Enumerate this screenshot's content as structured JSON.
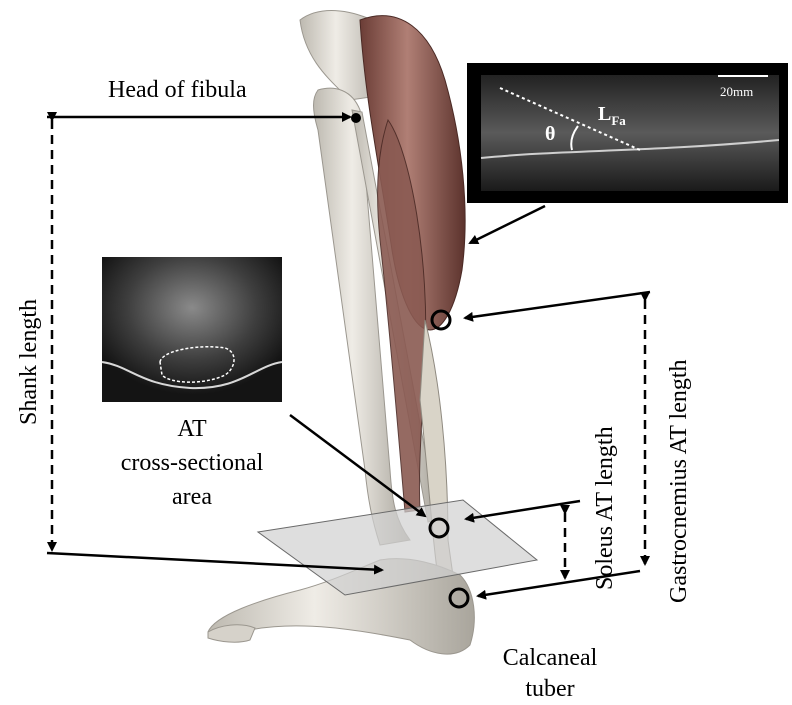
{
  "labels": {
    "head_of_fibula": "Head of fibula",
    "shank_length": "Shank length",
    "at_title": "AT",
    "at_line2": "cross-sectional",
    "at_line3": "area",
    "soleus_at_length": "Soleus AT length",
    "gastrocnemius_at_length": "Gastrocnemius AT length",
    "calcaneal": "Calcaneal",
    "tuber": "tuber",
    "scale_bar": "20mm",
    "fascicle_length_main": "L",
    "fascicle_length_sub": "Fa",
    "pennation_angle": "θ"
  },
  "colors": {
    "line": "#000000",
    "muscle_dark": "#7a4a42",
    "muscle_light": "#b98d84",
    "bone": "#e6e3dc",
    "bone_shade": "#b9b5ac",
    "plane": "#cfcfcf",
    "ultrasound_bg": "#1c1c1c"
  }
}
